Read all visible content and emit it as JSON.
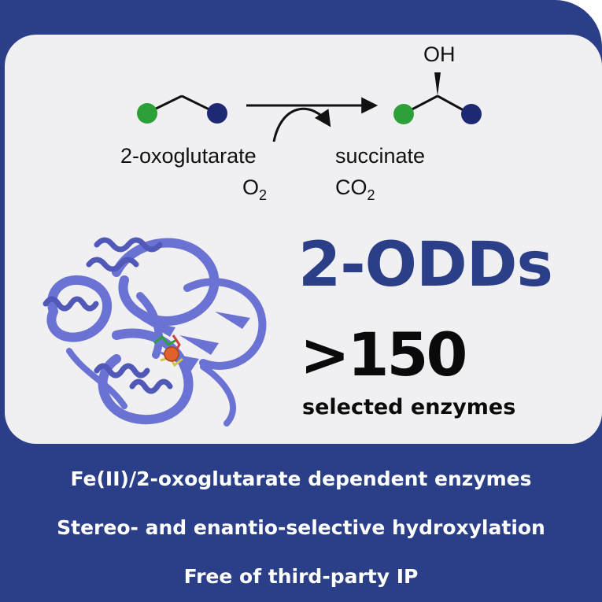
{
  "reaction": {
    "substituent_label": "OH",
    "cosubstrate_label": "2-oxoglutarate",
    "oxygen_label": "O",
    "oxygen_subscript": "2",
    "coproduct_label": "succinate",
    "co2_label": "CO",
    "co2_subscript": "2",
    "colors": {
      "green_atom": "#2ca039",
      "blue_atom": "#1d2a73"
    }
  },
  "headline": {
    "title": "2-ODDs",
    "count": ">150",
    "count_caption": "selected enzymes"
  },
  "features": [
    "Fe(II)/2-oxoglutarate dependent enzymes",
    "Stereo- and enantio-selective hydroxylation",
    "Free of third-party IP"
  ],
  "colors": {
    "brand_navy": "#2a3f87",
    "panel_bg": "#f0f0f2",
    "protein": "#6a72d4",
    "iron": "#e0622a"
  }
}
